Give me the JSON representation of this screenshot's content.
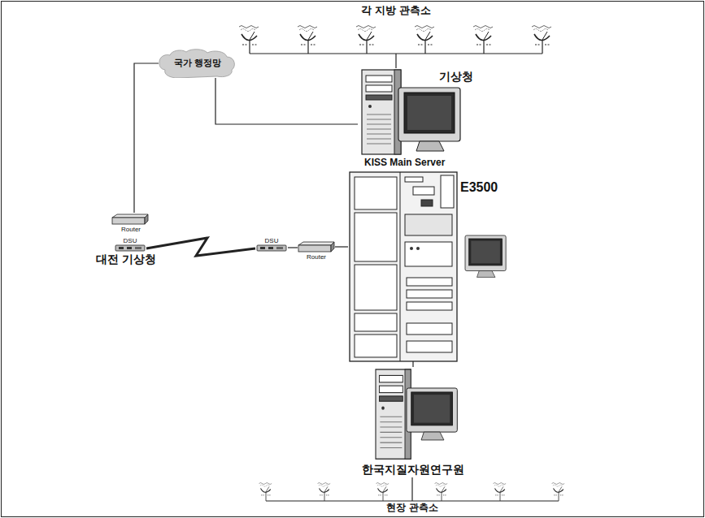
{
  "diagram": {
    "nodes": [
      {
        "text": [
          "각 지방 관측소"
        ]
      },
      {
        "text": [
          "기상청"
        ]
      },
      {
        "text": [
          "국가 행정망"
        ]
      },
      {
        "text": [
          "Router"
        ]
      },
      {
        "text": [
          "DSU"
        ]
      },
      {
        "text": [
          "DSU"
        ]
      },
      {
        "text": [
          "Router"
        ]
      },
      {
        "text": [
          "KISS Main Server",
          "E3500"
        ]
      },
      {
        "text": [
          "한국지질자원연구원"
        ]
      },
      {
        "text": [
          "현장 관측소"
        ]
      }
    ],
    "edges": [
      {
        "from": 0,
        "to": 1,
        "arrow": "none"
      },
      {
        "from": 1,
        "to": 2,
        "arrow": "none"
      },
      {
        "from": 2,
        "to": 3,
        "arrow": "none"
      },
      {
        "from": 4,
        "to": 5,
        "arrow": "none"
      },
      {
        "from": 5,
        "to": 6,
        "arrow": "none"
      },
      {
        "from": 6,
        "to": 7,
        "arrow": "none"
      },
      {
        "from": 7,
        "to": 8,
        "arrow": "none"
      },
      {
        "from": 8,
        "to": 9,
        "arrow": "none"
      }
    ],
    "labels": [
      "대전 기상청"
    ]
  }
}
